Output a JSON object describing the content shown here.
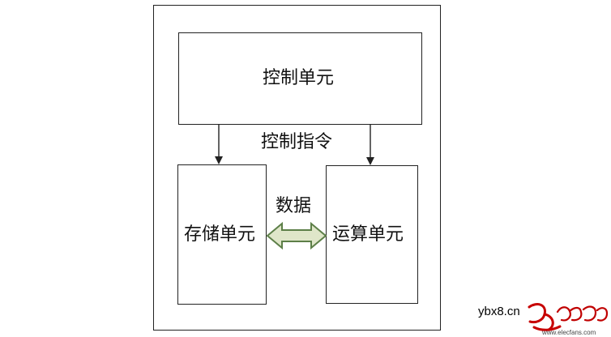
{
  "diagram": {
    "control_unit": "控制单元",
    "control_instruction": "控制指令",
    "storage_unit": "存储单元",
    "data": "数据",
    "alu": "运算单元"
  },
  "watermark": {
    "site": "ybx8.cn",
    "brand": "电子发烧友",
    "url": "www.elecfans.com"
  },
  "colors": {
    "line": "#222222",
    "double_arrow_fill": "#dfe6c9",
    "double_arrow_stroke": "#5d7f48"
  }
}
